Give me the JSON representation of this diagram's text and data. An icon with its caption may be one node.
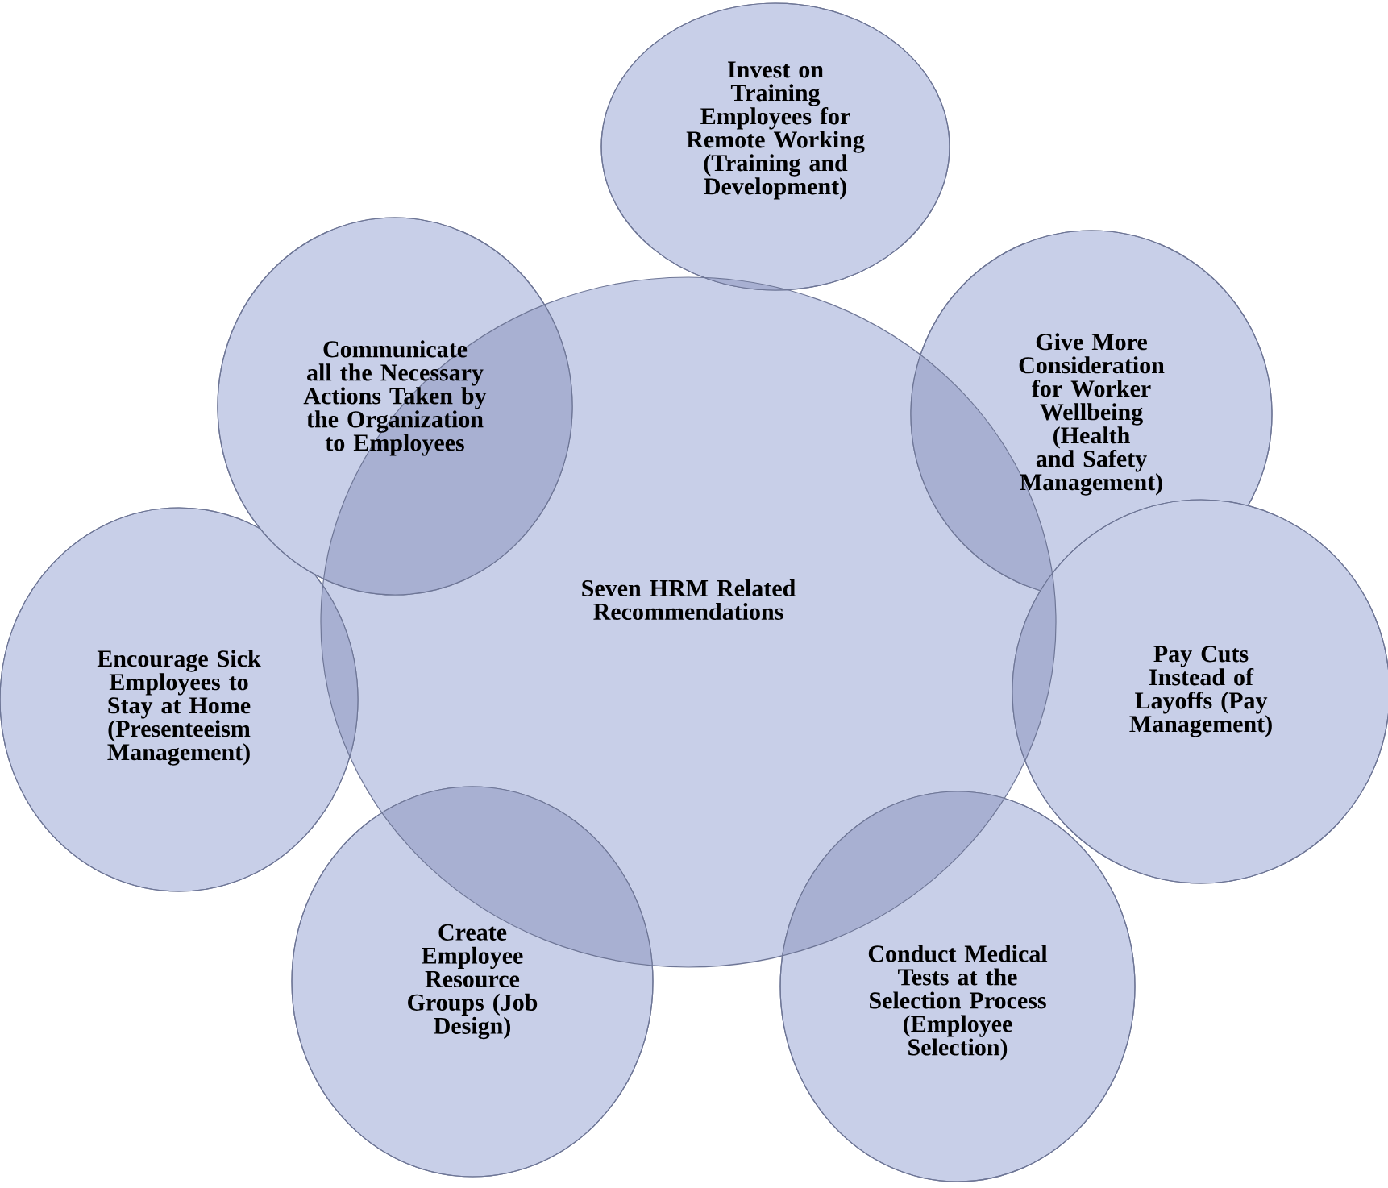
{
  "diagram": {
    "nodes": [
      {
        "text": [
          "Seven HRM Related Recommendations"
        ]
      },
      {
        "text": [
          "Invest on Training Employees for Remote Working (Training and Development)"
        ]
      },
      {
        "text": [
          "Give More Consideration for Worker Wellbeing (Health and Safety Management)"
        ]
      },
      {
        "text": [
          "Pay Cuts Instead of Layoffs (Pay Management)"
        ]
      },
      {
        "text": [
          "Conduct Medical Tests at the Selection Process (Employee Selection)"
        ]
      },
      {
        "text": [
          "Create Employee Resource Groups (Job Design)"
        ]
      },
      {
        "text": [
          "Encourage Sick Employees to Stay at Home (Presenteeism Management)"
        ]
      },
      {
        "text": [
          "Communicate all the Necessary Actions Taken by the Organization to Employees"
        ]
      }
    ]
  }
}
